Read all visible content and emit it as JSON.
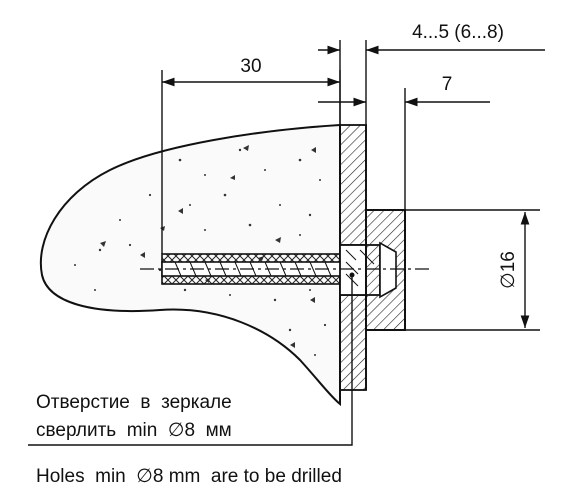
{
  "dimensions": {
    "depth": "30",
    "mirror_gap": "4...5 (6...8)",
    "holder_thickness": "7",
    "holder_diameter": "∅16"
  },
  "notes": {
    "ru_line1": "Отверстие  в  зеркале",
    "ru_line2": "сверлить  min  ∅8  мм",
    "en_line": "Holes  min  ∅8 mm  are to be drilled"
  },
  "colors": {
    "stroke": "#111111",
    "wall_fill": "#f5f5f5",
    "hatch": "#222222"
  }
}
